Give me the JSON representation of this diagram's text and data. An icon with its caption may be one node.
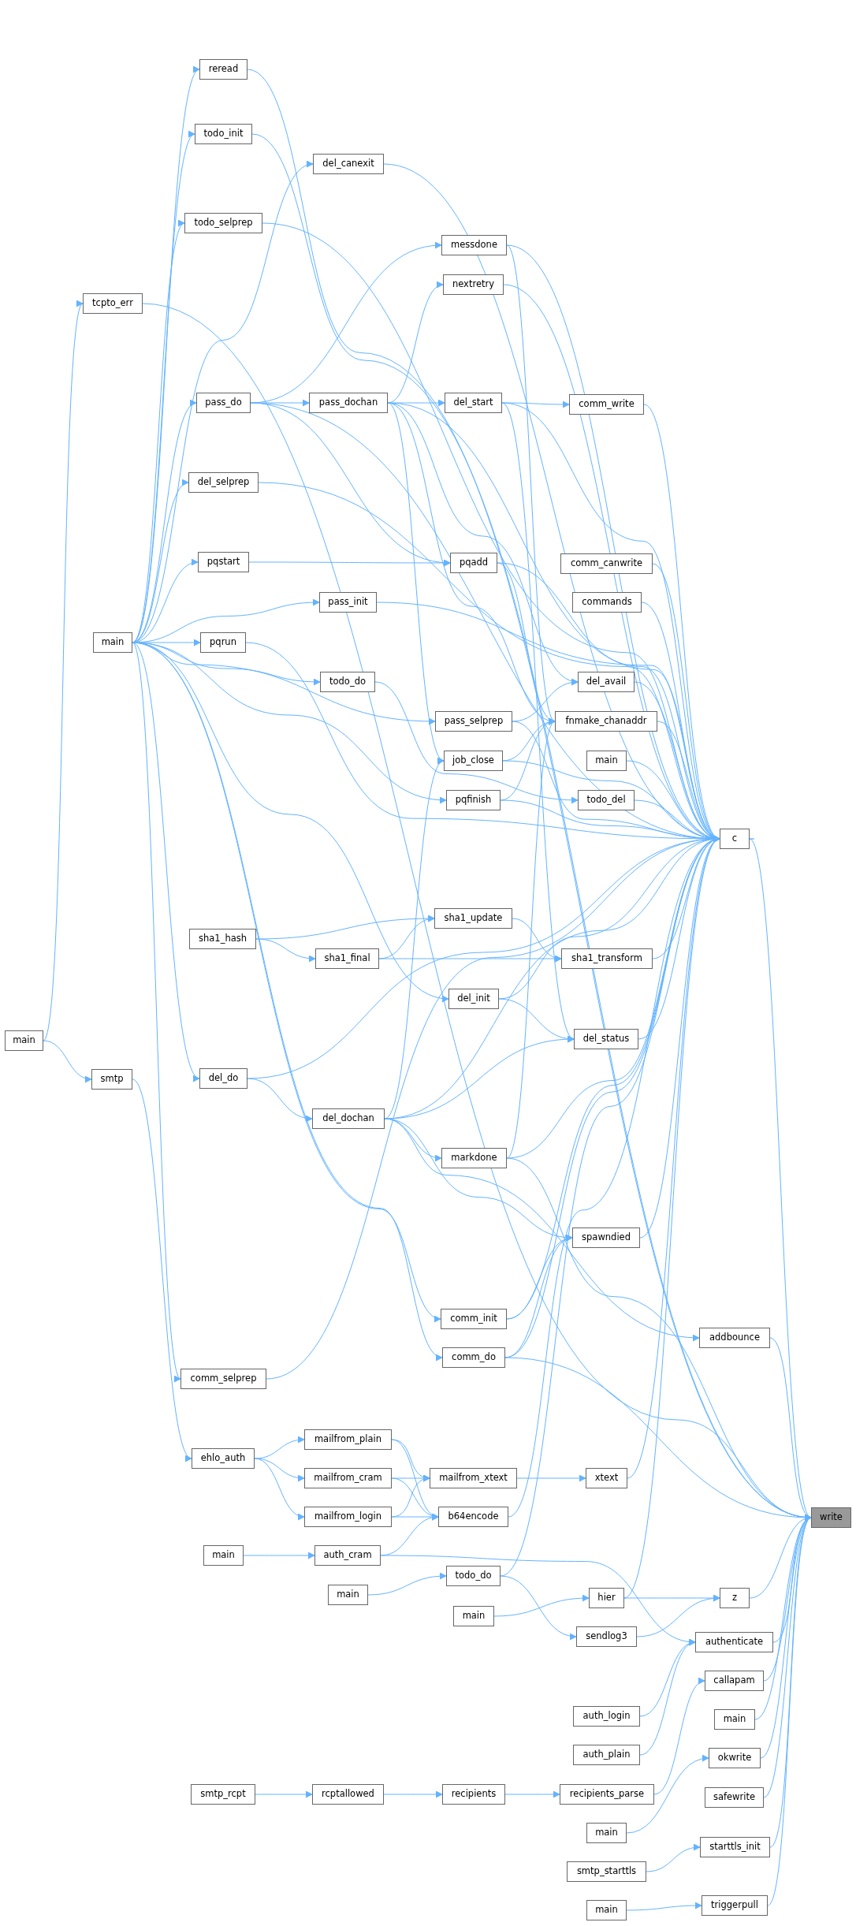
{
  "diagram": {
    "nodes": [
      {
        "text": [
          "reread"
        ]
      },
      {
        "text": [
          "todo_init"
        ]
      },
      {
        "text": [
          "del_canexit"
        ]
      },
      {
        "text": [
          "todo_selprep"
        ]
      },
      {
        "text": [
          "messdone"
        ]
      },
      {
        "text": [
          "nextretry"
        ]
      },
      {
        "text": [
          "tcpto_err"
        ]
      },
      {
        "text": [
          "pass_do"
        ]
      },
      {
        "text": [
          "pass_dochan"
        ]
      },
      {
        "text": [
          "del_start"
        ]
      },
      {
        "text": [
          "comm_write"
        ]
      },
      {
        "text": [
          "del_selprep"
        ]
      },
      {
        "text": [
          "pqstart"
        ]
      },
      {
        "text": [
          "pqadd"
        ]
      },
      {
        "text": [
          "comm_canwrite"
        ]
      },
      {
        "text": [
          "pass_init"
        ]
      },
      {
        "text": [
          "commands"
        ]
      },
      {
        "text": [
          "main"
        ]
      },
      {
        "text": [
          "pqrun"
        ]
      },
      {
        "text": [
          "todo_do"
        ]
      },
      {
        "text": [
          "del_avail"
        ]
      },
      {
        "text": [
          "pass_selprep"
        ]
      },
      {
        "text": [
          "fnmake_chanaddr"
        ]
      },
      {
        "text": [
          "main"
        ]
      },
      {
        "text": [
          "job_close"
        ]
      },
      {
        "text": [
          "todo_del"
        ]
      },
      {
        "text": [
          "pqfinish"
        ]
      },
      {
        "text": [
          "c"
        ]
      },
      {
        "text": [
          "sha1_update"
        ]
      },
      {
        "text": [
          "sha1_hash"
        ]
      },
      {
        "text": [
          "sha1_final"
        ]
      },
      {
        "text": [
          "sha1_transform"
        ]
      },
      {
        "text": [
          "del_init"
        ]
      },
      {
        "text": [
          "main"
        ]
      },
      {
        "text": [
          "del_status"
        ]
      },
      {
        "text": [
          "smtp"
        ]
      },
      {
        "text": [
          "del_do"
        ]
      },
      {
        "text": [
          "del_dochan"
        ]
      },
      {
        "text": [
          "markdone"
        ]
      },
      {
        "text": [
          "spawndied"
        ]
      },
      {
        "text": [
          "comm_init"
        ]
      },
      {
        "text": [
          "addbounce"
        ]
      },
      {
        "text": [
          "comm_do"
        ]
      },
      {
        "text": [
          "comm_selprep"
        ]
      },
      {
        "text": [
          "mailfrom_plain"
        ]
      },
      {
        "text": [
          "ehlo_auth"
        ]
      },
      {
        "text": [
          "mailfrom_cram"
        ]
      },
      {
        "text": [
          "mailfrom_xtext"
        ]
      },
      {
        "text": [
          "xtext"
        ]
      },
      {
        "text": [
          "mailfrom_login"
        ]
      },
      {
        "text": [
          "b64encode"
        ]
      },
      {
        "text": [
          "write"
        ]
      },
      {
        "text": [
          "main"
        ]
      },
      {
        "text": [
          "auth_cram"
        ]
      },
      {
        "text": [
          "todo_do"
        ]
      },
      {
        "text": [
          "main"
        ]
      },
      {
        "text": [
          "hier"
        ]
      },
      {
        "text": [
          "z"
        ]
      },
      {
        "text": [
          "main"
        ]
      },
      {
        "text": [
          "sendlog3"
        ]
      },
      {
        "text": [
          "authenticate"
        ]
      },
      {
        "text": [
          "callapam"
        ]
      },
      {
        "text": [
          "auth_login"
        ]
      },
      {
        "text": [
          "main"
        ]
      },
      {
        "text": [
          "auth_plain"
        ]
      },
      {
        "text": [
          "okwrite"
        ]
      },
      {
        "text": [
          "smtp_rcpt"
        ]
      },
      {
        "text": [
          "rcptallowed"
        ]
      },
      {
        "text": [
          "recipients"
        ]
      },
      {
        "text": [
          "recipients_parse"
        ]
      },
      {
        "text": [
          "safewrite"
        ]
      },
      {
        "text": [
          "main"
        ]
      },
      {
        "text": [
          "starttls_init"
        ]
      },
      {
        "text": [
          "smtp_starttls"
        ]
      },
      {
        "text": [
          "main"
        ]
      },
      {
        "text": [
          "triggerpull"
        ]
      }
    ],
    "edges": [
      {
        "from": 33,
        "to": 6,
        "arrow": "to"
      },
      {
        "from": 33,
        "to": 35,
        "arrow": "to"
      },
      {
        "from": 17,
        "to": 0,
        "arrow": "to"
      },
      {
        "from": 17,
        "to": 1,
        "arrow": "to"
      },
      {
        "from": 17,
        "to": 3,
        "arrow": "to"
      },
      {
        "from": 17,
        "to": 2,
        "arrow": "to"
      },
      {
        "from": 17,
        "to": 7,
        "arrow": "to"
      },
      {
        "from": 17,
        "to": 11,
        "arrow": "to"
      },
      {
        "from": 17,
        "to": 12,
        "arrow": "to"
      },
      {
        "from": 17,
        "to": 15,
        "arrow": "to"
      },
      {
        "from": 17,
        "to": 18,
        "arrow": "to"
      },
      {
        "from": 17,
        "to": 19,
        "arrow": "to"
      },
      {
        "from": 17,
        "to": 21,
        "arrow": "to"
      },
      {
        "from": 17,
        "to": 26,
        "arrow": "to"
      },
      {
        "from": 17,
        "to": 32,
        "arrow": "to"
      },
      {
        "from": 17,
        "to": 36,
        "arrow": "to"
      },
      {
        "from": 17,
        "to": 40,
        "arrow": "to"
      },
      {
        "from": 17,
        "to": 42,
        "arrow": "to"
      },
      {
        "from": 17,
        "to": 43,
        "arrow": "to"
      },
      {
        "from": 6,
        "to": 51,
        "arrow": "to"
      },
      {
        "from": 0,
        "to": 51,
        "arrow": "to"
      },
      {
        "from": 1,
        "to": 51,
        "arrow": "to"
      },
      {
        "from": 3,
        "to": 27,
        "arrow": "to"
      },
      {
        "from": 2,
        "to": 27,
        "arrow": "to"
      },
      {
        "from": 7,
        "to": 8,
        "arrow": "to"
      },
      {
        "from": 7,
        "to": 4,
        "arrow": "to"
      },
      {
        "from": 7,
        "to": 13,
        "arrow": "to"
      },
      {
        "from": 7,
        "to": 27,
        "arrow": "to"
      },
      {
        "from": 8,
        "to": 5,
        "arrow": "to"
      },
      {
        "from": 8,
        "to": 9,
        "arrow": "to"
      },
      {
        "from": 8,
        "to": 27,
        "arrow": "to"
      },
      {
        "from": 8,
        "to": 22,
        "arrow": "to"
      },
      {
        "from": 8,
        "to": 24,
        "arrow": "to"
      },
      {
        "from": 8,
        "to": 20,
        "arrow": "to"
      },
      {
        "from": 4,
        "to": 27,
        "arrow": "to"
      },
      {
        "from": 4,
        "to": 22,
        "arrow": "to"
      },
      {
        "from": 5,
        "to": 27,
        "arrow": "to"
      },
      {
        "from": 9,
        "to": 10,
        "arrow": "to"
      },
      {
        "from": 9,
        "to": 27,
        "arrow": "to"
      },
      {
        "from": 9,
        "to": 34,
        "arrow": "to"
      },
      {
        "from": 10,
        "to": 27,
        "arrow": "to"
      },
      {
        "from": 11,
        "to": 27,
        "arrow": "to"
      },
      {
        "from": 12,
        "to": 13,
        "arrow": "to"
      },
      {
        "from": 13,
        "to": 27,
        "arrow": "to"
      },
      {
        "from": 13,
        "to": 22,
        "arrow": "to"
      },
      {
        "from": 14,
        "to": 27,
        "arrow": "to"
      },
      {
        "from": 15,
        "to": 27,
        "arrow": "to"
      },
      {
        "from": 16,
        "to": 27,
        "arrow": "to"
      },
      {
        "from": 18,
        "to": 27,
        "arrow": "to"
      },
      {
        "from": 19,
        "to": 25,
        "arrow": "to"
      },
      {
        "from": 20,
        "to": 27,
        "arrow": "to"
      },
      {
        "from": 21,
        "to": 20,
        "arrow": "to"
      },
      {
        "from": 21,
        "to": 27,
        "arrow": "to"
      },
      {
        "from": 22,
        "to": 27,
        "arrow": "to"
      },
      {
        "from": 23,
        "to": 27,
        "arrow": "to"
      },
      {
        "from": 24,
        "to": 22,
        "arrow": "to"
      },
      {
        "from": 24,
        "to": 27,
        "arrow": "to"
      },
      {
        "from": 25,
        "to": 27,
        "arrow": "to"
      },
      {
        "from": 26,
        "to": 22,
        "arrow": "to"
      },
      {
        "from": 26,
        "to": 27,
        "arrow": "to"
      },
      {
        "from": 27,
        "to": 27,
        "arrow": "to"
      },
      {
        "from": 27,
        "to": 51,
        "arrow": "to"
      },
      {
        "from": 28,
        "to": 31,
        "arrow": "to"
      },
      {
        "from": 29,
        "to": 28,
        "arrow": "to"
      },
      {
        "from": 29,
        "to": 30,
        "arrow": "to"
      },
      {
        "from": 30,
        "to": 28,
        "arrow": "to"
      },
      {
        "from": 30,
        "to": 31,
        "arrow": "to"
      },
      {
        "from": 31,
        "to": 27,
        "arrow": "to"
      },
      {
        "from": 32,
        "to": 27,
        "arrow": "to"
      },
      {
        "from": 32,
        "to": 34,
        "arrow": "to"
      },
      {
        "from": 34,
        "to": 27,
        "arrow": "to"
      },
      {
        "from": 35,
        "to": 45,
        "arrow": "to"
      },
      {
        "from": 36,
        "to": 27,
        "arrow": "to"
      },
      {
        "from": 36,
        "to": 37,
        "arrow": "to"
      },
      {
        "from": 37,
        "to": 34,
        "arrow": "to"
      },
      {
        "from": 37,
        "to": 27,
        "arrow": "to"
      },
      {
        "from": 37,
        "to": 38,
        "arrow": "to"
      },
      {
        "from": 37,
        "to": 39,
        "arrow": "to"
      },
      {
        "from": 37,
        "to": 24,
        "arrow": "to"
      },
      {
        "from": 37,
        "to": 41,
        "arrow": "to"
      },
      {
        "from": 38,
        "to": 27,
        "arrow": "to"
      },
      {
        "from": 38,
        "to": 51,
        "arrow": "to"
      },
      {
        "from": 38,
        "to": 22,
        "arrow": "to"
      },
      {
        "from": 39,
        "to": 27,
        "arrow": "to"
      },
      {
        "from": 40,
        "to": 39,
        "arrow": "to"
      },
      {
        "from": 40,
        "to": 27,
        "arrow": "to"
      },
      {
        "from": 41,
        "to": 51,
        "arrow": "to"
      },
      {
        "from": 42,
        "to": 39,
        "arrow": "to"
      },
      {
        "from": 42,
        "to": 27,
        "arrow": "to"
      },
      {
        "from": 42,
        "to": 51,
        "arrow": "to"
      },
      {
        "from": 43,
        "to": 27,
        "arrow": "to"
      },
      {
        "from": 45,
        "to": 44,
        "arrow": "to"
      },
      {
        "from": 45,
        "to": 46,
        "arrow": "to"
      },
      {
        "from": 45,
        "to": 49,
        "arrow": "to"
      },
      {
        "from": 44,
        "to": 47,
        "arrow": "to"
      },
      {
        "from": 44,
        "to": 50,
        "arrow": "to"
      },
      {
        "from": 46,
        "to": 47,
        "arrow": "to"
      },
      {
        "from": 46,
        "to": 50,
        "arrow": "to"
      },
      {
        "from": 49,
        "to": 47,
        "arrow": "to"
      },
      {
        "from": 49,
        "to": 50,
        "arrow": "to"
      },
      {
        "from": 47,
        "to": 48,
        "arrow": "to"
      },
      {
        "from": 48,
        "to": 27,
        "arrow": "to"
      },
      {
        "from": 50,
        "to": 27,
        "arrow": "to"
      },
      {
        "from": 52,
        "to": 53,
        "arrow": "to"
      },
      {
        "from": 53,
        "to": 50,
        "arrow": "to"
      },
      {
        "from": 53,
        "to": 60,
        "arrow": "to"
      },
      {
        "from": 55,
        "to": 54,
        "arrow": "to"
      },
      {
        "from": 54,
        "to": 27,
        "arrow": "to"
      },
      {
        "from": 54,
        "to": 59,
        "arrow": "to"
      },
      {
        "from": 58,
        "to": 56,
        "arrow": "to"
      },
      {
        "from": 56,
        "to": 57,
        "arrow": "to"
      },
      {
        "from": 56,
        "to": 27,
        "arrow": "to"
      },
      {
        "from": 59,
        "to": 57,
        "arrow": "to"
      },
      {
        "from": 57,
        "to": 51,
        "arrow": "to"
      },
      {
        "from": 60,
        "to": 51,
        "arrow": "to"
      },
      {
        "from": 62,
        "to": 60,
        "arrow": "to"
      },
      {
        "from": 64,
        "to": 60,
        "arrow": "to"
      },
      {
        "from": 61,
        "to": 51,
        "arrow": "to"
      },
      {
        "from": 69,
        "to": 61,
        "arrow": "to"
      },
      {
        "from": 63,
        "to": 51,
        "arrow": "to"
      },
      {
        "from": 71,
        "to": 65,
        "arrow": "to"
      },
      {
        "from": 65,
        "to": 51,
        "arrow": "to"
      },
      {
        "from": 70,
        "to": 51,
        "arrow": "to"
      },
      {
        "from": 66,
        "to": 67,
        "arrow": "to"
      },
      {
        "from": 67,
        "to": 68,
        "arrow": "to"
      },
      {
        "from": 68,
        "to": 69,
        "arrow": "to"
      },
      {
        "from": 73,
        "to": 72,
        "arrow": "to"
      },
      {
        "from": 72,
        "to": 51,
        "arrow": "to"
      },
      {
        "from": 74,
        "to": 75,
        "arrow": "to"
      },
      {
        "from": 75,
        "to": 51,
        "arrow": "to"
      }
    ]
  }
}
